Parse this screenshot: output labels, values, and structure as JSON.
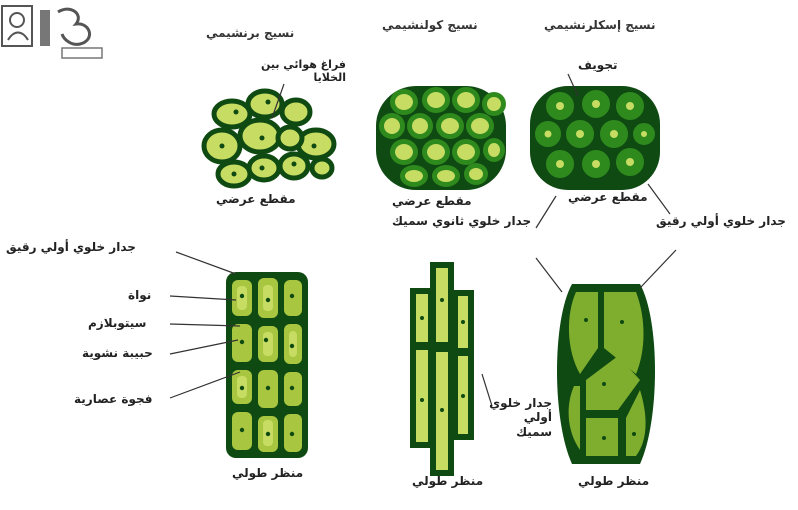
{
  "titles": {
    "parenchyma": "نسيج برنشيمي",
    "collenchyma": "نسيج كولنشيمي",
    "sclerenchyma": "نسيج إسكلرنشيمي"
  },
  "labels": {
    "air_spaces": "فراغ هوائي بين الخلايا",
    "cross_section_parenchyma": "مقطع عرضي",
    "cross_section_collenchyma": "مقطع عرضي",
    "cross_section_sclerenchyma": "مقطع عرضي",
    "cavity": "تجويف",
    "secondary_wall_thick": "جدار خلوي ثانوي سميك",
    "primary_wall_thin_right": "جدار خلوي أولي رقيق",
    "primary_wall_thin_left": "جدار خلوي أولي رقيق",
    "nucleus": "نواة",
    "cytoplasm": "سيتوبلازم",
    "starch_granule": "حبيبة نشوية",
    "vacuole": "فجوة عصارية",
    "primary_wall_thick": "جدار خلوي أولي سميك",
    "longitudinal_parenchyma": "منظر طولي",
    "longitudinal_collenchyma": "منظر طولي",
    "longitudinal_sclerenchyma": "منظر طولي"
  },
  "colors": {
    "wall": "#0f4a12",
    "cell_light": "#c6dc62",
    "cell_mid": "#a8c640",
    "cell_dark": "#2f8a1e",
    "background": "#ffffff"
  }
}
